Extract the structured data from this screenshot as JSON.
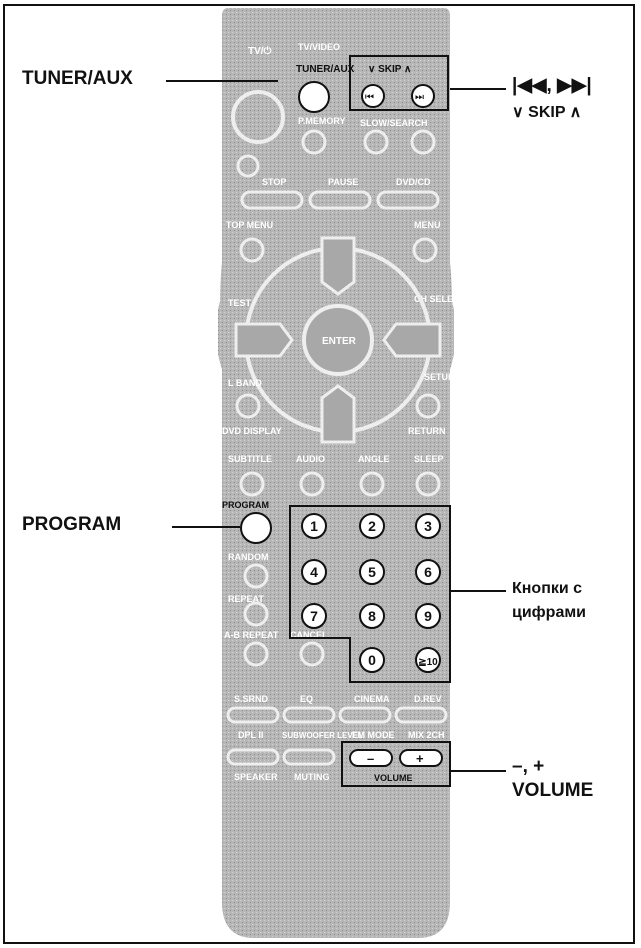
{
  "callouts": {
    "tuner_aux": "TUNER/AUX",
    "skip_line1": "|◀◀, ▶▶|",
    "skip_line2": "∨ SKIP ∧",
    "program": "PROGRAM",
    "digits_line1": "Кнопки с",
    "digits_line2": "цифрами",
    "volume_line1": "–, +",
    "volume_line2": "VOLUME"
  },
  "remote": {
    "top_labels": [
      "TV/VIDEO",
      "TUNER/AUX",
      "∨ SKIP ∧"
    ],
    "small_labels": {
      "tv": "TV/⏻",
      "p_memory": "P.MEMORY",
      "slow_search": "SLOW/SEARCH",
      "stop": "STOP",
      "pause": "PAUSE",
      "dvd_cd": "DVD/CD",
      "top_menu": "TOP MENU",
      "menu": "MENU",
      "test": "TEST",
      "ch_select": "CH SELECT",
      "enter": "ENTER",
      "setup": "SETUP",
      "l_band": "L BAND",
      "display": "DVD DISPLAY",
      "return": "RETURN",
      "subtitle": "SUBTITLE",
      "audio": "AUDIO",
      "angle": "ANGLE",
      "sleep": "SLEEP",
      "program": "PROGRAM",
      "random": "RANDOM",
      "repeat": "REPEAT",
      "a_b_repeat": "A-B REPEAT",
      "cancel": "CANCEL",
      "s_srnd": "S.SRND",
      "eq": "EQ",
      "cinema": "CINEMA",
      "d_rev": "D.REV",
      "dpl": "DPL II",
      "sub_level": "SUBWOOFER LEVEL",
      "fm_mode": "FM MODE",
      "mix_2ch": "MIX 2CH",
      "speaker": "SPEAKER",
      "muting": "MUTING",
      "volume": "VOLUME",
      "vol_minus": "–",
      "vol_plus": "+"
    },
    "digits": [
      "1",
      "2",
      "3",
      "4",
      "5",
      "6",
      "7",
      "8",
      "9",
      "0",
      "≧10"
    ]
  },
  "colors": {
    "remote_body": "#b3b3b3",
    "button": "#9a9a9a",
    "ink": "#111111"
  }
}
